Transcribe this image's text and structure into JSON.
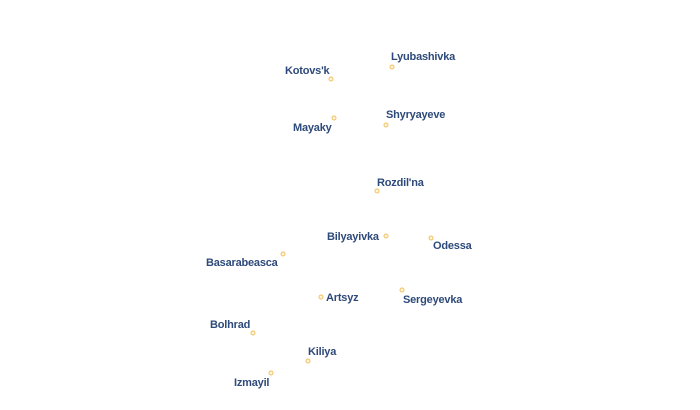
{
  "map": {
    "label_color": "#2e4a7a",
    "marker_color": "#f0c060"
  },
  "places": [
    {
      "name": "Lyubashivka"
    },
    {
      "name": "Kotovs'k"
    },
    {
      "name": "Shyryayeve"
    },
    {
      "name": "Mayaky"
    },
    {
      "name": "Rozdil'na"
    },
    {
      "name": "Bilyayivka"
    },
    {
      "name": "Odessa"
    },
    {
      "name": "Basarabeasca"
    },
    {
      "name": "Artsyz"
    },
    {
      "name": "Sergeyevka"
    },
    {
      "name": "Bolhrad"
    },
    {
      "name": "Kiliya"
    },
    {
      "name": "Izmayil"
    }
  ]
}
